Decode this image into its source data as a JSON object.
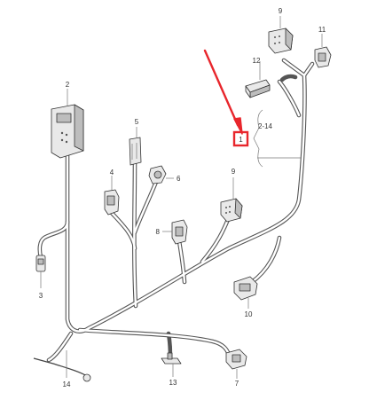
{
  "diagram": {
    "callouts": {
      "p1": "1",
      "p2": "2",
      "p3": "3",
      "p4": "4",
      "p5": "5",
      "p6": "6",
      "p7": "7",
      "p8": "8",
      "p9a": "9",
      "p9b": "9",
      "p10": "10",
      "p11": "11",
      "p12": "12",
      "p13": "13",
      "p14": "14",
      "range": "2-14"
    },
    "highlight_color": "#e8262c",
    "arrow_color": "#e8262c"
  }
}
